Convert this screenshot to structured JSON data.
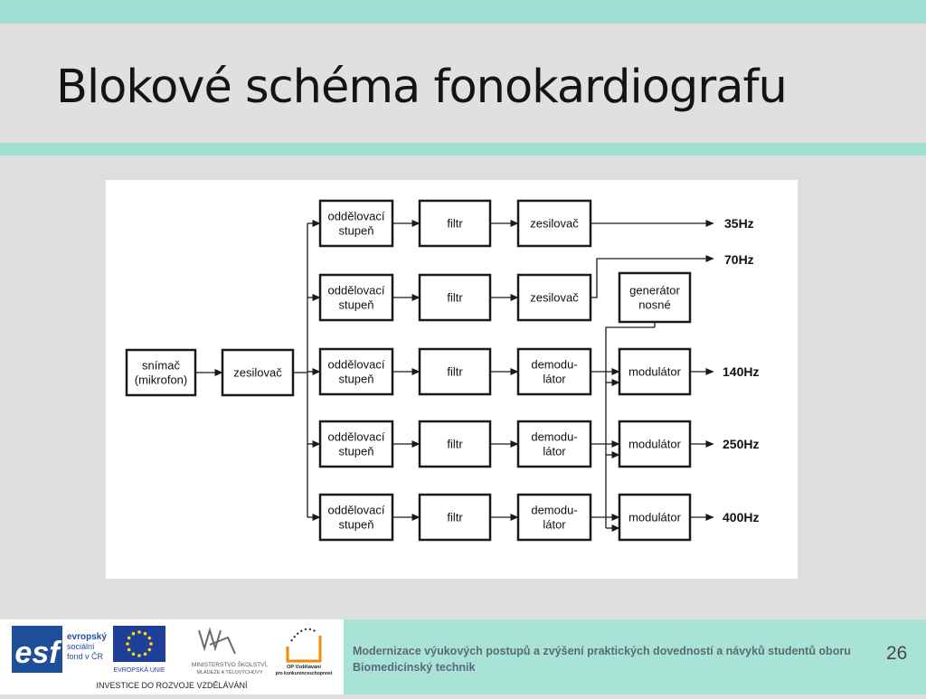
{
  "title": "Blokové schéma fonokardiografu",
  "diagram": {
    "source": {
      "line1": "snímač",
      "line2": "(mikrofon)"
    },
    "amplifier": "zesilovač",
    "channels": [
      {
        "stage": [
          "oddělovací",
          "stupeň"
        ],
        "filter": "filtr",
        "proc": [
          "zesilovač"
        ],
        "output": "35Hz"
      },
      {
        "stage": [
          "oddělovací",
          "stupeň"
        ],
        "filter": "filtr",
        "proc": [
          "zesilovač"
        ],
        "output": "70Hz"
      },
      {
        "stage": [
          "oddělovací",
          "stupeň"
        ],
        "filter": "filtr",
        "proc": [
          "demodu-",
          "látor"
        ],
        "modulator": "modulátor",
        "output": "140Hz"
      },
      {
        "stage": [
          "oddělovací",
          "stupeň"
        ],
        "filter": "filtr",
        "proc": [
          "demodu-",
          "látor"
        ],
        "modulator": "modulátor",
        "output": "250Hz"
      },
      {
        "stage": [
          "oddělovací",
          "stupeň"
        ],
        "filter": "filtr",
        "proc": [
          "demodu-",
          "látor"
        ],
        "modulator": "modulátor",
        "output": "400Hz"
      }
    ],
    "generator": [
      "generátor",
      "nosné"
    ]
  },
  "footer": {
    "logos": {
      "esf_big": "esf",
      "esf_lines": [
        "evropský",
        "sociální",
        "fond v ČR"
      ],
      "eu": "EVROPSKÁ UNIE",
      "msmt_lines": [
        "MINISTERSTVO ŠKOLSTVÍ,",
        "MLÁDEŽE A TĚLOVÝCHOVY"
      ],
      "op_lines": [
        "OP Vzdělávání",
        "pro konkurenceschopnost"
      ],
      "slogan": "INVESTICE DO ROZVOJE VZDĚLÁVÁNÍ"
    },
    "text": "Modernizace výukových postupů a zvýšení praktických dovedností a návyků studentů oboru Biomedicínský technik",
    "page_number": "26"
  },
  "colors": {
    "accent": "#9fe0d2",
    "footer": "#a9e3d6",
    "esf_blue": "#1f4e9a",
    "eu_blue": "#1f3e9a",
    "eu_star": "#ffdd00",
    "op_orange": "#f08a00"
  }
}
